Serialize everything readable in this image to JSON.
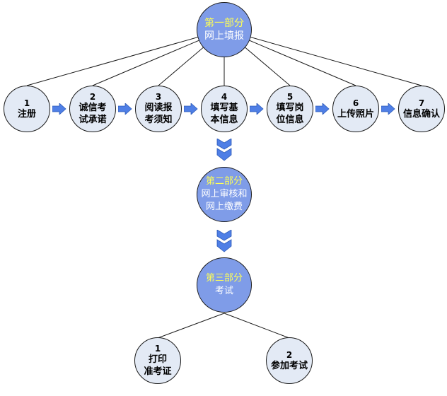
{
  "colors": {
    "main_fill": "#7f9ce8",
    "main_title": "#ffff55",
    "step_fill": "#e3eaf5",
    "arrow_fill": "#4f7fe6",
    "line": "#1a1a1a"
  },
  "part1": {
    "title": "第一部分",
    "subtitle_lines": [
      "网上填报"
    ],
    "steps": [
      {
        "num": "1",
        "lines": [
          "注册"
        ]
      },
      {
        "num": "2",
        "lines": [
          "诚信考",
          "试承诺"
        ]
      },
      {
        "num": "3",
        "lines": [
          "阅读报",
          "考须知"
        ]
      },
      {
        "num": "4",
        "lines": [
          "填写基",
          "本信息"
        ]
      },
      {
        "num": "5",
        "lines": [
          "填写岗",
          "位信息"
        ]
      },
      {
        "num": "6",
        "lines": [
          "上传照片"
        ]
      },
      {
        "num": "7",
        "lines": [
          "信息确认"
        ]
      }
    ]
  },
  "part2": {
    "title": "第二部分",
    "subtitle_lines": [
      "网上审核和",
      "网上缴费"
    ]
  },
  "part3": {
    "title": "第三部分",
    "subtitle_lines": [
      "考试"
    ],
    "steps": [
      {
        "num": "1",
        "lines": [
          "打印",
          "准考证"
        ]
      },
      {
        "num": "2",
        "lines": [
          "参加考试"
        ]
      }
    ]
  }
}
